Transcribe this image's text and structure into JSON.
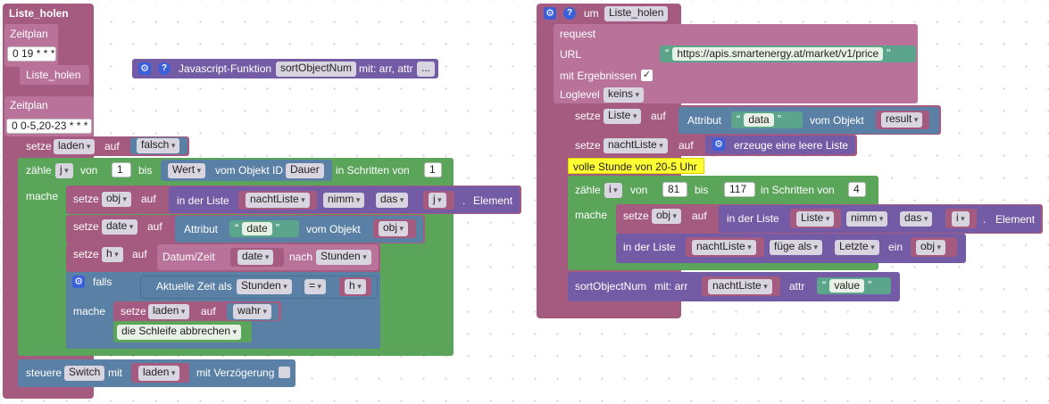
{
  "left": {
    "trigger_block": "Liste_holen",
    "schedule1_label": "Zeitplan",
    "schedule1_cron": "0 19 * * *",
    "call1": "Liste_holen",
    "schedule2_label": "Zeitplan",
    "schedule2_cron": "0 0-5,20-23 * * *",
    "set_laden": {
      "setze": "setze",
      "var": "laden",
      "auf": "auf",
      "value": "falsch"
    },
    "loop": {
      "zaehle": "zähle",
      "var": "j",
      "von": "von",
      "from": "1",
      "bis": "bis",
      "wert": "Wert",
      "vom_objekt_id": "vom Objekt ID",
      "dauer": "Dauer",
      "schritte": "in Schritten von",
      "step": "1",
      "mache": "mache"
    },
    "set_obj": {
      "setze": "setze",
      "var": "obj",
      "auf": "auf",
      "in_der_liste": "in der Liste",
      "list": "nachtListe",
      "nimm": "nimm",
      "das": "das",
      "index": "j",
      "element": "Element",
      "dot": "."
    },
    "set_date": {
      "setze": "setze",
      "var": "date",
      "auf": "auf",
      "attribut": "Attribut",
      "key": "date",
      "vom_objekt": "vom Objekt",
      "obj": "obj"
    },
    "set_h": {
      "setze": "setze",
      "var": "h",
      "auf": "auf",
      "datumzeit": "Datum/Zeit",
      "date": "date",
      "nach": "nach",
      "unit": "Stunden"
    },
    "if_block": {
      "falls": "falls",
      "aktuelle_zeit": "Aktuelle Zeit als",
      "unit": "Stunden",
      "op": "=",
      "h": "h",
      "mache": "mache"
    },
    "set_laden_true": {
      "setze": "setze",
      "var": "laden",
      "auf": "auf",
      "value": "wahr"
    },
    "break": "die Schleife abbrechen",
    "control": {
      "steuere": "steuere",
      "device": "Switch",
      "mit": "mit",
      "var": "laden",
      "verz": "mit Verzögerung"
    }
  },
  "js_function": {
    "label": "Javascript-Funktion",
    "name": "sortObjectNum",
    "mit": "mit: arr, attr",
    "more": "..."
  },
  "right": {
    "um": "um",
    "name": "Liste_holen",
    "request": "request",
    "url_label": "URL",
    "url": "https://apis.smartenergy.at/market/v1/price",
    "mit_ergebnissen": "mit Ergebnissen",
    "loglevel": "Loglevel",
    "loglevel_value": "keins",
    "set_liste": {
      "setze": "setze",
      "var": "Liste",
      "auf": "auf",
      "attribut": "Attribut",
      "key": "data",
      "vom_objekt": "vom Objekt",
      "obj": "result"
    },
    "set_nacht": {
      "setze": "setze",
      "var": "nachtListe",
      "auf": "auf",
      "erzeuge": "erzeuge eine leere Liste"
    },
    "comment": "volle Stunde von 20-5 Uhr",
    "loop": {
      "zaehle": "zähle",
      "var": "i",
      "von": "von",
      "from": "81",
      "bis": "bis",
      "to": "117",
      "schritte": "in Schritten von",
      "step": "4",
      "mache": "mache"
    },
    "set_obj": {
      "setze": "setze",
      "var": "obj",
      "auf": "auf",
      "in_der_liste": "in der Liste",
      "list": "Liste",
      "nimm": "nimm",
      "das": "das",
      "index": "i",
      "dot": ".",
      "element": "Element"
    },
    "append": {
      "in_der_liste": "in der Liste",
      "list": "nachtListe",
      "fuege": "füge als",
      "letzte": "Letzte",
      "ein": "ein",
      "obj": "obj"
    },
    "sort": {
      "label": "sortObjectNum",
      "mit_arr": "mit: arr",
      "list": "nachtListe",
      "attr": "attr",
      "value": "value"
    }
  }
}
